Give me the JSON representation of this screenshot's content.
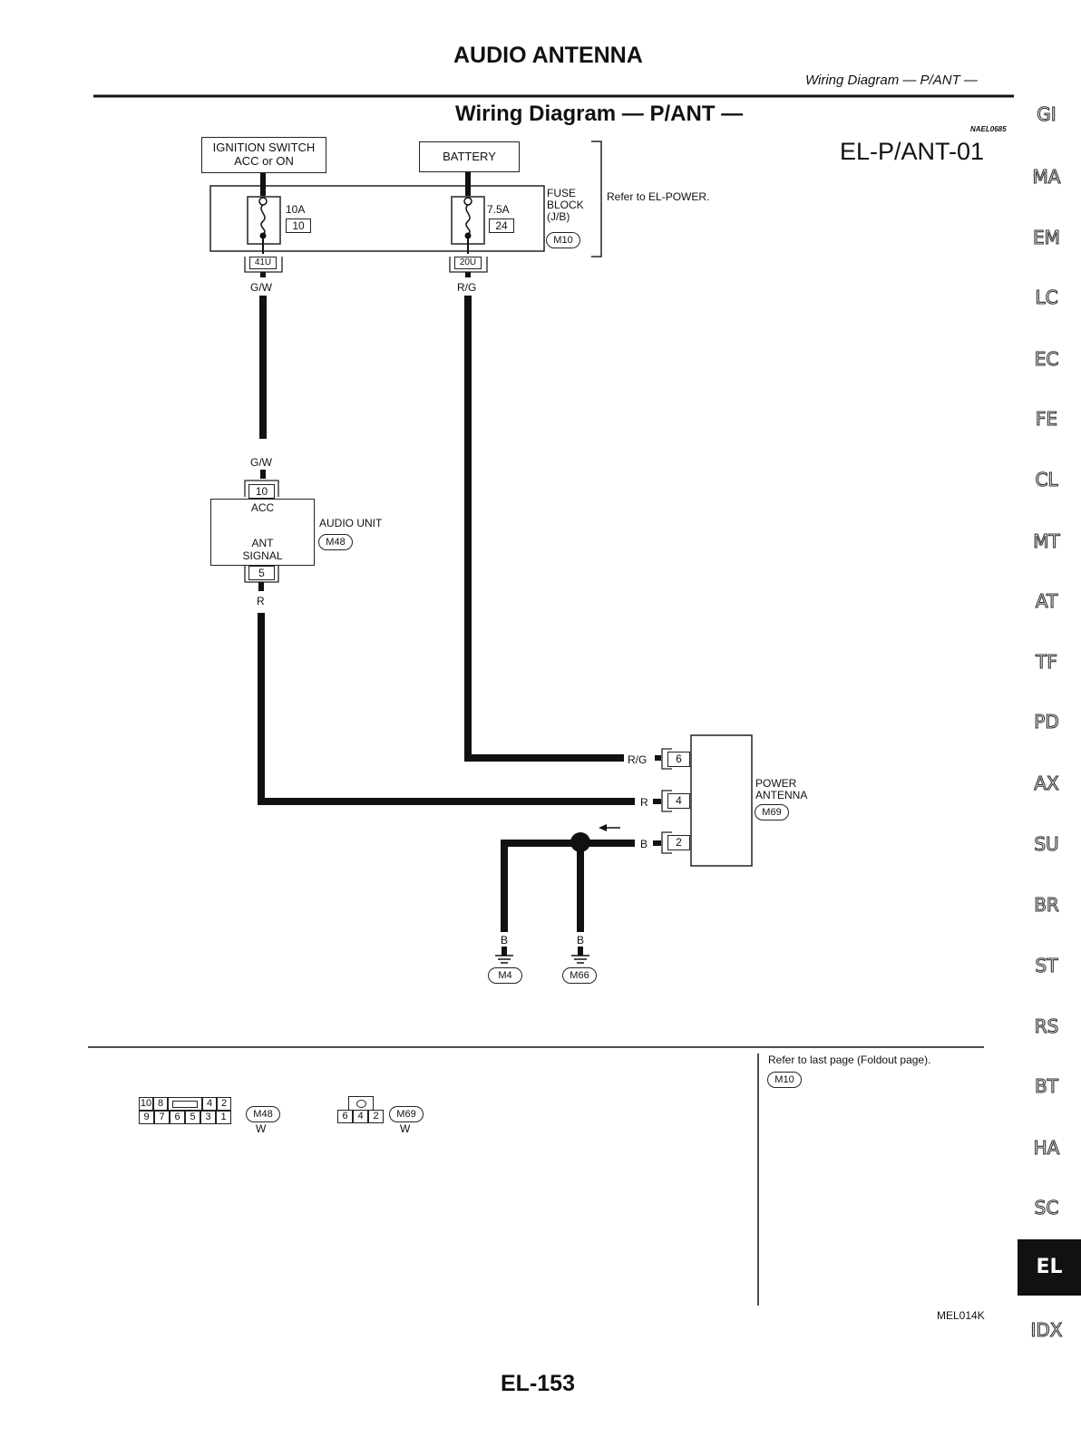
{
  "page": {
    "title": "AUDIO ANTENNA",
    "header_right": "Wiring Diagram — P/ANT —",
    "section_title": "Wiring Diagram — P/ANT —",
    "ref_code": "NAEL0685",
    "diagram_id": "EL-P/ANT-01",
    "figure_code": "MEL014K",
    "page_number": "EL-153"
  },
  "side_tabs": [
    {
      "label": "GI"
    },
    {
      "label": "MA"
    },
    {
      "label": "EM"
    },
    {
      "label": "LC"
    },
    {
      "label": "EC"
    },
    {
      "label": "FE"
    },
    {
      "label": "CL"
    },
    {
      "label": "MT"
    },
    {
      "label": "AT"
    },
    {
      "label": "TF"
    },
    {
      "label": "PD"
    },
    {
      "label": "AX"
    },
    {
      "label": "SU"
    },
    {
      "label": "BR"
    },
    {
      "label": "ST"
    },
    {
      "label": "RS"
    },
    {
      "label": "BT"
    },
    {
      "label": "HA"
    },
    {
      "label": "SC"
    },
    {
      "label": "EL",
      "active": true
    },
    {
      "label": "IDX"
    }
  ],
  "components": {
    "ignition_switch": {
      "line1": "IGNITION SWITCH",
      "line2": "ACC or ON"
    },
    "battery": {
      "label": "BATTERY"
    },
    "fuse_block": {
      "line1": "FUSE",
      "line2": "BLOCK",
      "line3": "(J/B)",
      "connector": "M10",
      "refer": "Refer to EL-POWER."
    },
    "fuse_left": {
      "rating": "10A",
      "number": "10",
      "terminal": "41U"
    },
    "fuse_right": {
      "rating": "7.5A",
      "number": "24",
      "terminal": "20U"
    },
    "audio_unit": {
      "name": "AUDIO UNIT",
      "connector": "M48",
      "pin_top": "10",
      "pin_top_label": "ACC",
      "pin_bottom": "5",
      "pin_bottom_label1": "ANT",
      "pin_bottom_label2": "SIGNAL"
    },
    "power_antenna": {
      "line1": "POWER",
      "line2": "ANTENNA",
      "connector": "M69",
      "pins": [
        "6",
        "4",
        "2"
      ]
    },
    "grounds": [
      "M4",
      "M66"
    ]
  },
  "wires": {
    "gw_top": "G/W",
    "rg_top": "R/G",
    "gw_bottom": "G/W",
    "r": "R",
    "rg_right": "R/G",
    "r_right": "R",
    "b_right": "B",
    "b_ground1": "B",
    "b_ground2": "B"
  },
  "footer": {
    "refer_text": "Refer to last page (Foldout page).",
    "refer_connector": "M10",
    "connector_m48": {
      "label": "M48",
      "color": "W",
      "row1": [
        "10",
        "8",
        "",
        "4",
        "2"
      ],
      "row2": [
        "9",
        "7",
        "6",
        "5",
        "3",
        "1"
      ]
    },
    "connector_m69": {
      "label": "M69",
      "color": "W",
      "row2": [
        "6",
        "4",
        "2"
      ]
    }
  }
}
